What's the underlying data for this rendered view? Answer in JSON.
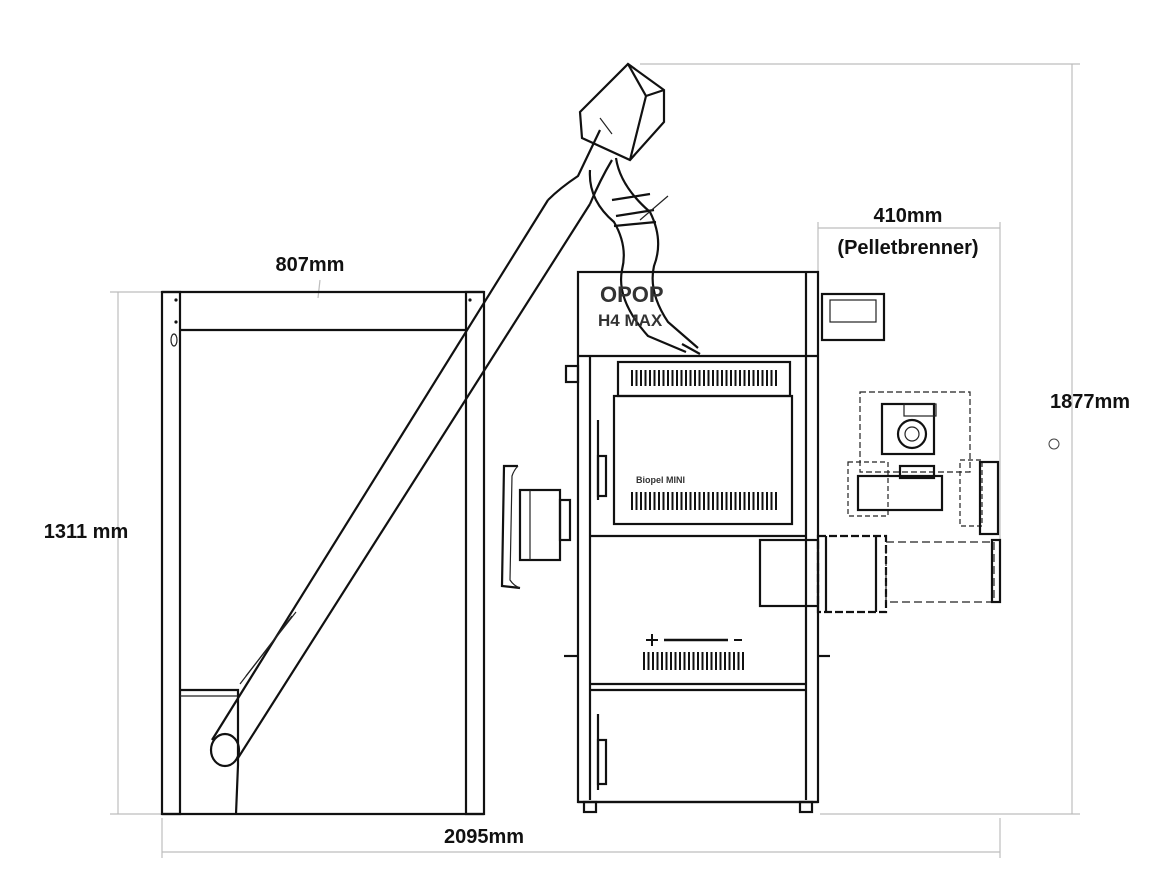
{
  "dimensions": {
    "hopper_width": "807mm",
    "hopper_height": "1311 mm",
    "total_width": "2095mm",
    "total_height": "1877mm",
    "burner_width": "410mm",
    "burner_label": "(Pelletbrenner)"
  },
  "boiler": {
    "brand": "OPOP",
    "model": "H4  MAX",
    "plate": "Biopel MINI"
  },
  "colors": {
    "line": "#111111",
    "dimension_line": "#bdbdbd"
  }
}
